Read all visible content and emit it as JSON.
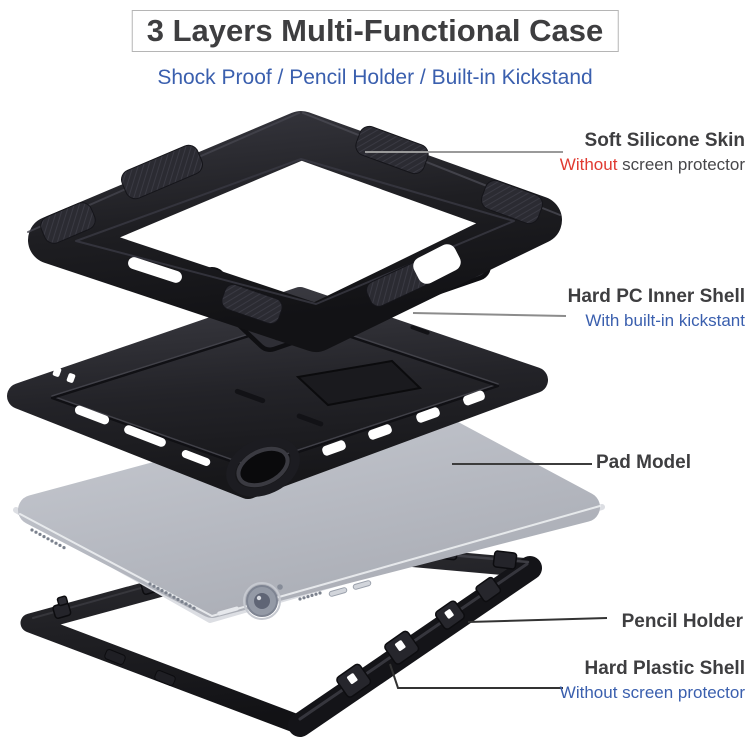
{
  "header": {
    "title": "3 Layers Multi-Functional Case",
    "subtitle": "Shock Proof / Pencil Holder / Built-in Kickstand"
  },
  "annotations": {
    "silicone": {
      "title": "Soft Silicone Skin",
      "note_highlight": "Without",
      "note_rest": " screen protector"
    },
    "inner_shell": {
      "title": "Hard PC Inner Shell",
      "note": "With built-in kickstant"
    },
    "pad": {
      "title": "Pad Model"
    },
    "pencil": {
      "title": "Pencil Holder"
    },
    "plastic_shell": {
      "title": "Hard Plastic Shell",
      "note": "Without screen protector"
    }
  },
  "colors": {
    "background": "#ffffff",
    "accent_blue": "#3a5fae",
    "accent_red": "#e03a31",
    "heading_text": "#3e3e40",
    "case_black": "#1d1d21",
    "pad_gray": "#b9bcc4",
    "leader_gray": "#9a9a9a",
    "leader_dark": "#3c3c3c"
  }
}
